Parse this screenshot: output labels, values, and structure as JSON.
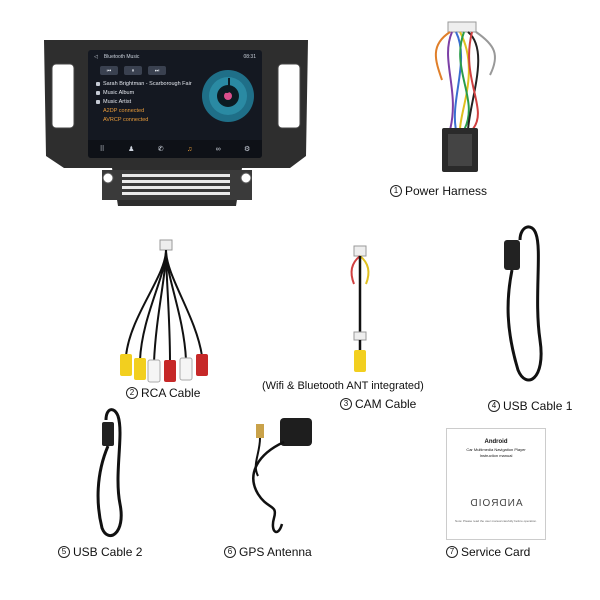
{
  "screen": {
    "status_title": "Bluetooth Music",
    "time": "08:31",
    "controls": [
      "⏮",
      "⏸",
      "⏭"
    ],
    "rows": [
      {
        "icon": "person-icon",
        "text": "Sarah Brightman - Scarborough Fair"
      },
      {
        "icon": "music-album-icon",
        "text": "Music Album"
      },
      {
        "icon": "music-artist-icon",
        "text": "Music Artist"
      }
    ],
    "status_lines": [
      "A2DP connected",
      "AVRCP connected"
    ],
    "dock": [
      {
        "icon": "keypad-icon",
        "glyph": "⠿",
        "active": false
      },
      {
        "icon": "contacts-icon",
        "glyph": "♟",
        "active": false
      },
      {
        "icon": "phone-icon",
        "glyph": "✆",
        "active": false
      },
      {
        "icon": "music-icon",
        "glyph": "♫",
        "active": true
      },
      {
        "icon": "link-icon",
        "glyph": "∞",
        "active": false
      },
      {
        "icon": "settings-icon",
        "glyph": "⚙",
        "active": false
      }
    ]
  },
  "items": [
    {
      "key": "power",
      "num": "1",
      "label": "Power Harness"
    },
    {
      "key": "rca",
      "num": "2",
      "label": "RCA Cable"
    },
    {
      "key": "cam",
      "num": "3",
      "label": "CAM Cable",
      "note": "(Wifi & Bluetooth ANT integrated)"
    },
    {
      "key": "usb1",
      "num": "4",
      "label": "USB Cable 1"
    },
    {
      "key": "usb2",
      "num": "5",
      "label": "USB Cable 2"
    },
    {
      "key": "gps",
      "num": "6",
      "label": "GPS Antenna"
    },
    {
      "key": "card",
      "num": "7",
      "label": "Service Card"
    }
  ],
  "card": {
    "title": "Android",
    "subtitle": "Car Multimedia Navigation Player",
    "manual": "Instruction manual",
    "logo": "ANDROID",
    "footnote": "Note: Please read the user manual carefully before operation."
  },
  "colors": {
    "bezel": "#2b2b2b",
    "screen": "#141821",
    "accent": "#f0a23a",
    "rca_yellow": "#f2cf1f",
    "rca_red": "#c62828",
    "rca_white": "#f5f5f5"
  }
}
